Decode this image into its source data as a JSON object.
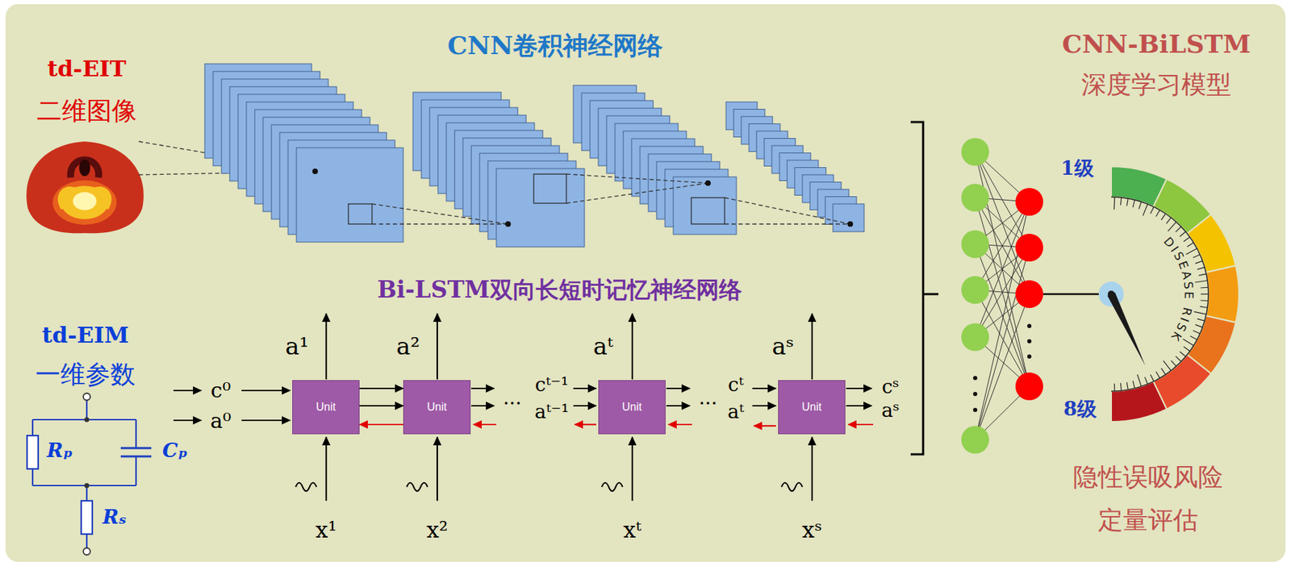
{
  "diagram": {
    "nodes": [
      {
        "text": [
          "Unit"
        ]
      },
      {
        "text": [
          "Unit"
        ]
      },
      {
        "text": [
          "Unit"
        ]
      },
      {
        "text": [
          "Unit"
        ]
      }
    ],
    "edges": [
      {
        "from": 0,
        "to": 1,
        "arrow": "to"
      },
      {
        "from": 0,
        "to": 1,
        "arrow": "to"
      },
      {
        "from": 1,
        "to": 0,
        "arrow": "to"
      }
    ],
    "labels": [
      "td-EIT",
      "二维图像",
      "CNN卷积神经网络",
      "CNN-BiLSTM",
      "深度学习模型",
      "Bi-LSTM双向长短时记忆神经网络",
      "td-EIM",
      "一维参数",
      "Rₚ",
      "Cₚ",
      "Rₛ",
      "c⁰",
      "a⁰",
      "a¹",
      "a²",
      "...",
      "cᵗ⁻¹",
      "aᵗ⁻¹",
      "aᵗ",
      "...",
      "cᵗ",
      "aᵗ",
      "aˢ",
      "cˢ",
      "aˢ",
      "x¹",
      "x²",
      "xᵗ",
      "xˢ",
      "1级",
      "DISEASE RISK",
      "8级",
      "隐性误吸风险",
      "定量评估"
    ]
  }
}
